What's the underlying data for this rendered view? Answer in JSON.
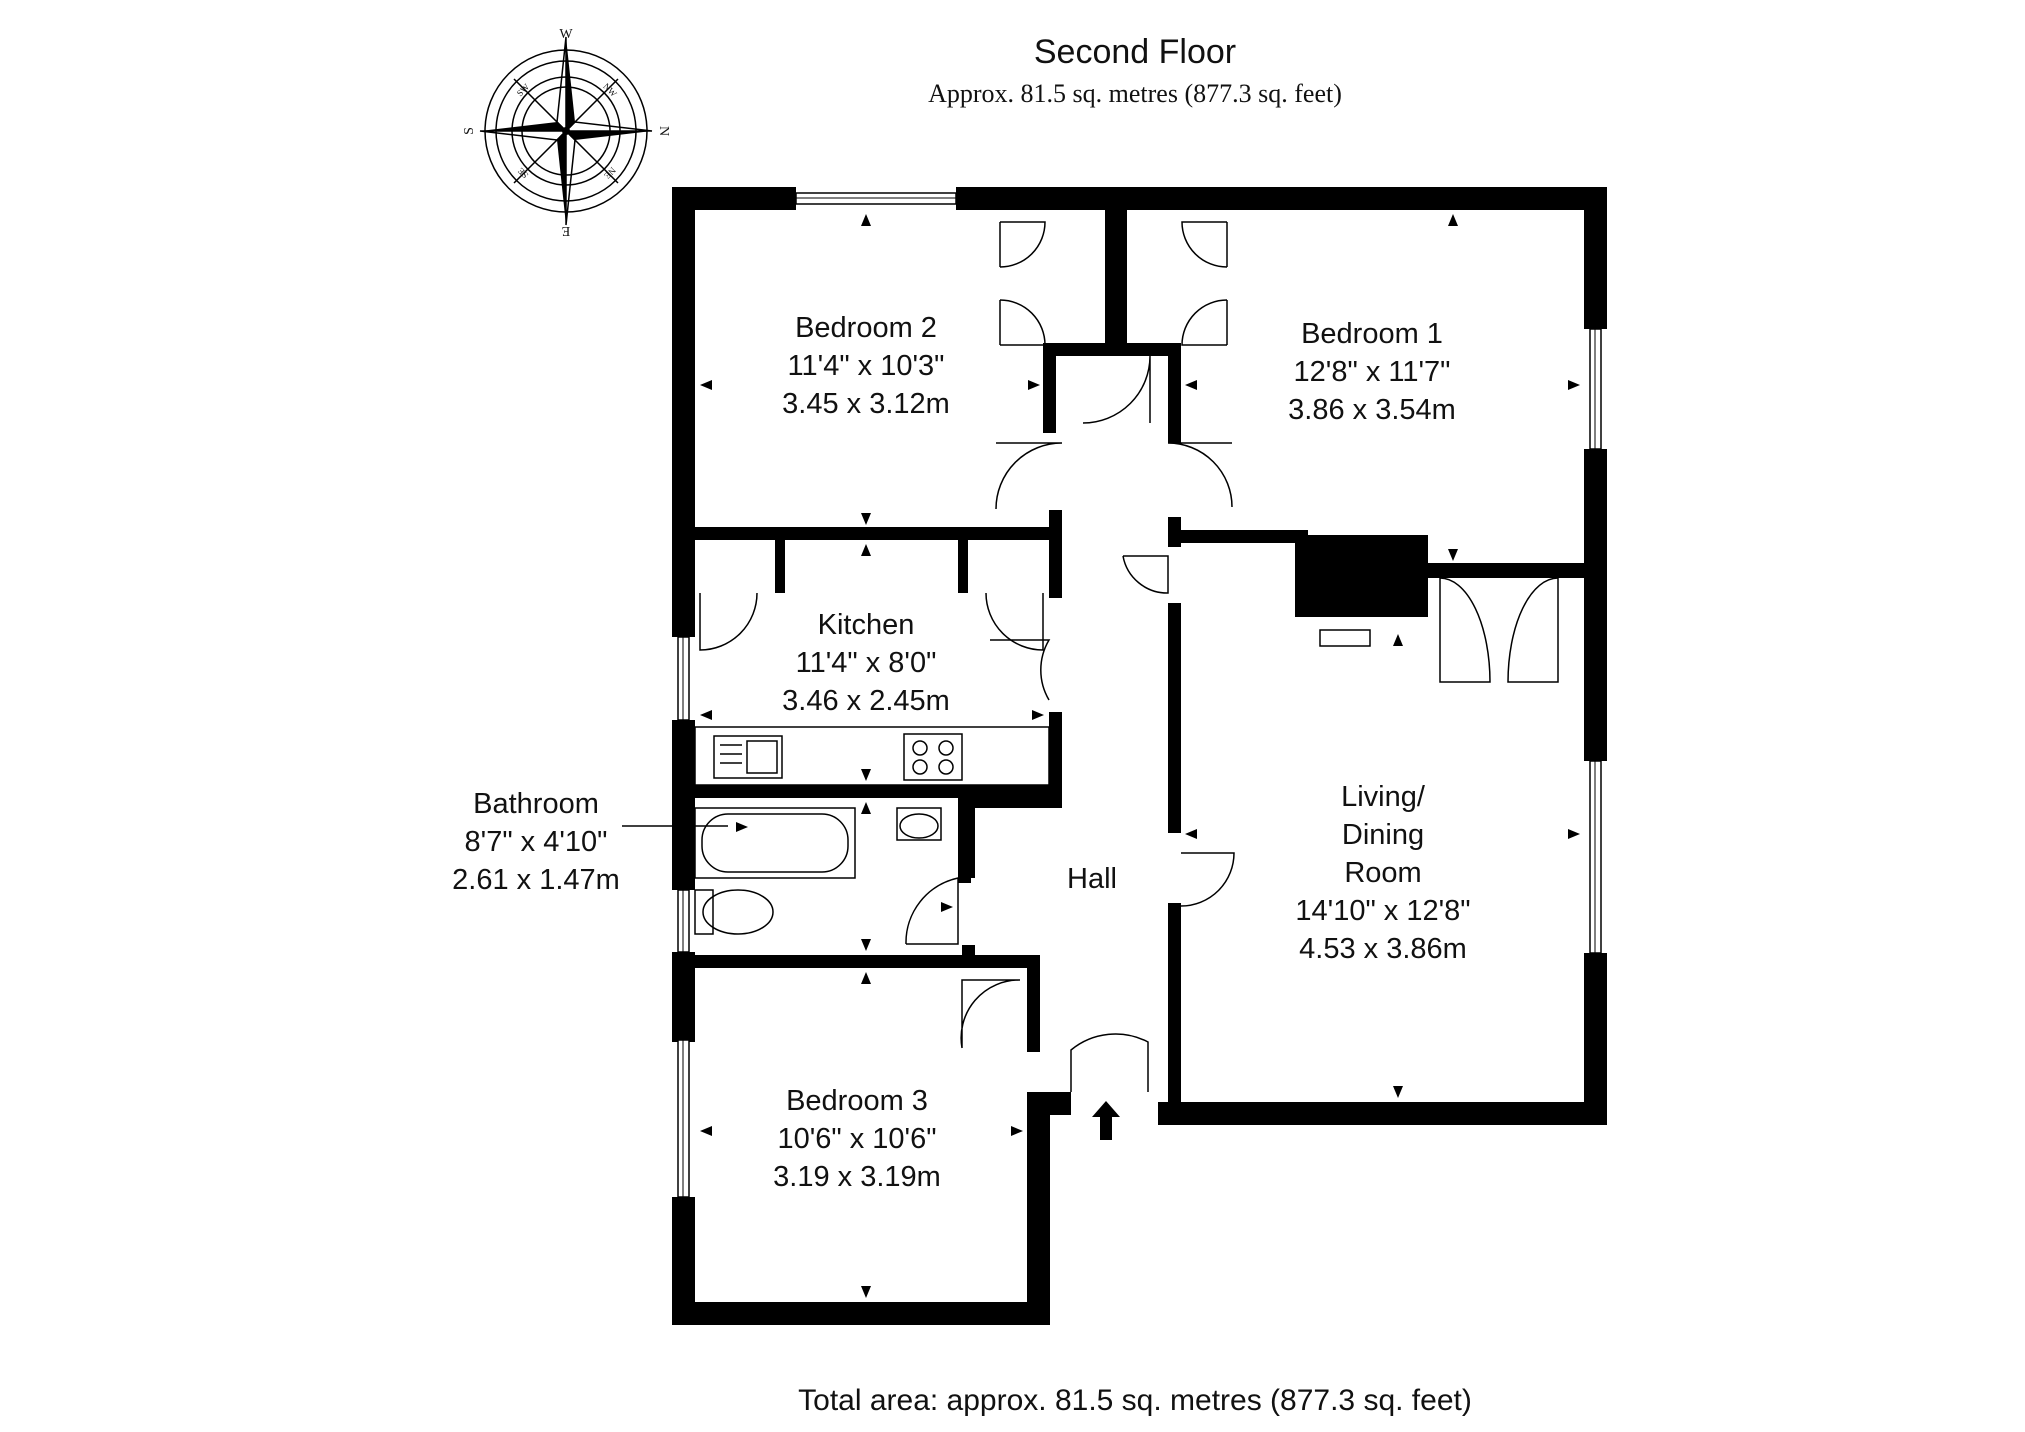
{
  "header": {
    "title": "Second Floor",
    "subtitle": "Approx. 81.5 sq. metres (877.3 sq. feet)"
  },
  "footer": {
    "total_area": "Total area: approx. 81.5 sq. metres (877.3 sq. feet)"
  },
  "compass": {
    "north": "N",
    "south": "S",
    "east": "E",
    "west": "W",
    "northeast": "NE",
    "northwest": "NW",
    "southeast": "SE",
    "southwest": "SW"
  },
  "rooms": {
    "bedroom2": {
      "name": "Bedroom 2",
      "imperial": "11'4\" x 10'3\"",
      "metric": "3.45 x 3.12m"
    },
    "bedroom1": {
      "name": "Bedroom 1",
      "imperial": "12'8\" x 11'7\"",
      "metric": "3.86 x 3.54m"
    },
    "kitchen": {
      "name": "Kitchen",
      "imperial": "11'4\" x 8'0\"",
      "metric": "3.46 x 2.45m"
    },
    "bathroom": {
      "name": "Bathroom",
      "imperial": "8'7\" x 4'10\"",
      "metric": "2.61 x 1.47m"
    },
    "hall": {
      "name": "Hall"
    },
    "living": {
      "name_line1": "Living/",
      "name_line2": "Dining",
      "name_line3": "Room",
      "imperial": "14'10\" x 12'8\"",
      "metric": "4.53 x 3.86m"
    },
    "bedroom3": {
      "name": "Bedroom 3",
      "imperial": "10'6\" x 10'6\"",
      "metric": "3.19 x 3.19m"
    }
  },
  "colors": {
    "wall": "#000000",
    "background": "#ffffff"
  }
}
